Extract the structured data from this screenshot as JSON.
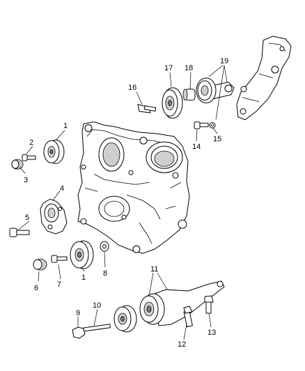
{
  "callouts": {
    "c1a": "1",
    "c1b": "1",
    "c2": "2",
    "c3": "3",
    "c4": "4",
    "c5": "5",
    "c6": "6",
    "c7": "7",
    "c8": "8",
    "c9": "9",
    "c10": "10",
    "c11": "11",
    "c12": "12",
    "c13": "13",
    "c14": "14",
    "c15": "15",
    "c16": "16",
    "c17": "17",
    "c18": "18",
    "c19": "19"
  }
}
